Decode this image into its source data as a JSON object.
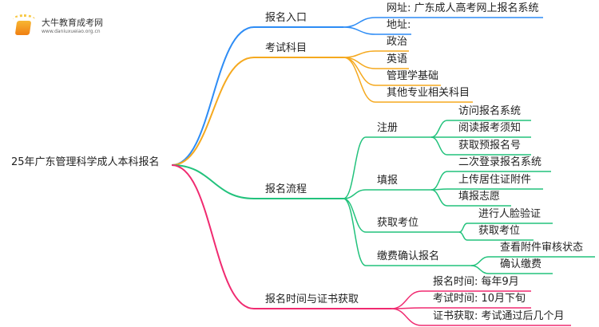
{
  "logo": {
    "title": "大牛教育成考网",
    "url": "www.daniuxueiao.org.cn"
  },
  "root": "25年广东管理科学成人本科报名",
  "colors": {
    "blue": "#2d8cf5",
    "orange": "#f5a91f",
    "green": "#22c27c",
    "pink": "#f02a70",
    "root": "#f02a70"
  },
  "branches": [
    {
      "label": "报名入口",
      "children": [
        {
          "label": "网址: 广东成人高考网上报名系统"
        },
        {
          "label": "地址:"
        }
      ]
    },
    {
      "label": "考试科目",
      "children": [
        {
          "label": "政治"
        },
        {
          "label": "英语"
        },
        {
          "label": "管理学基础"
        },
        {
          "label": "其他专业相关科目"
        }
      ]
    },
    {
      "label": "报名流程",
      "children": [
        {
          "label": "注册",
          "children": [
            {
              "label": "访问报名系统"
            },
            {
              "label": "阅读报考须知"
            },
            {
              "label": "获取预报名号"
            }
          ]
        },
        {
          "label": "填报",
          "children": [
            {
              "label": "二次登录报名系统"
            },
            {
              "label": "上传居住证附件"
            },
            {
              "label": "填报志愿"
            }
          ]
        },
        {
          "label": "获取考位",
          "children": [
            {
              "label": "进行人脸验证"
            },
            {
              "label": "获取考位"
            }
          ]
        },
        {
          "label": "缴费确认报名",
          "children": [
            {
              "label": "查看附件审核状态"
            },
            {
              "label": "确认缴费"
            }
          ]
        }
      ]
    },
    {
      "label": "报名时间与证书获取",
      "children": [
        {
          "label": "报名时间: 每年9月"
        },
        {
          "label": "考试时间: 10月下旬"
        },
        {
          "label": "证书获取: 考试通过后几个月"
        }
      ]
    }
  ]
}
